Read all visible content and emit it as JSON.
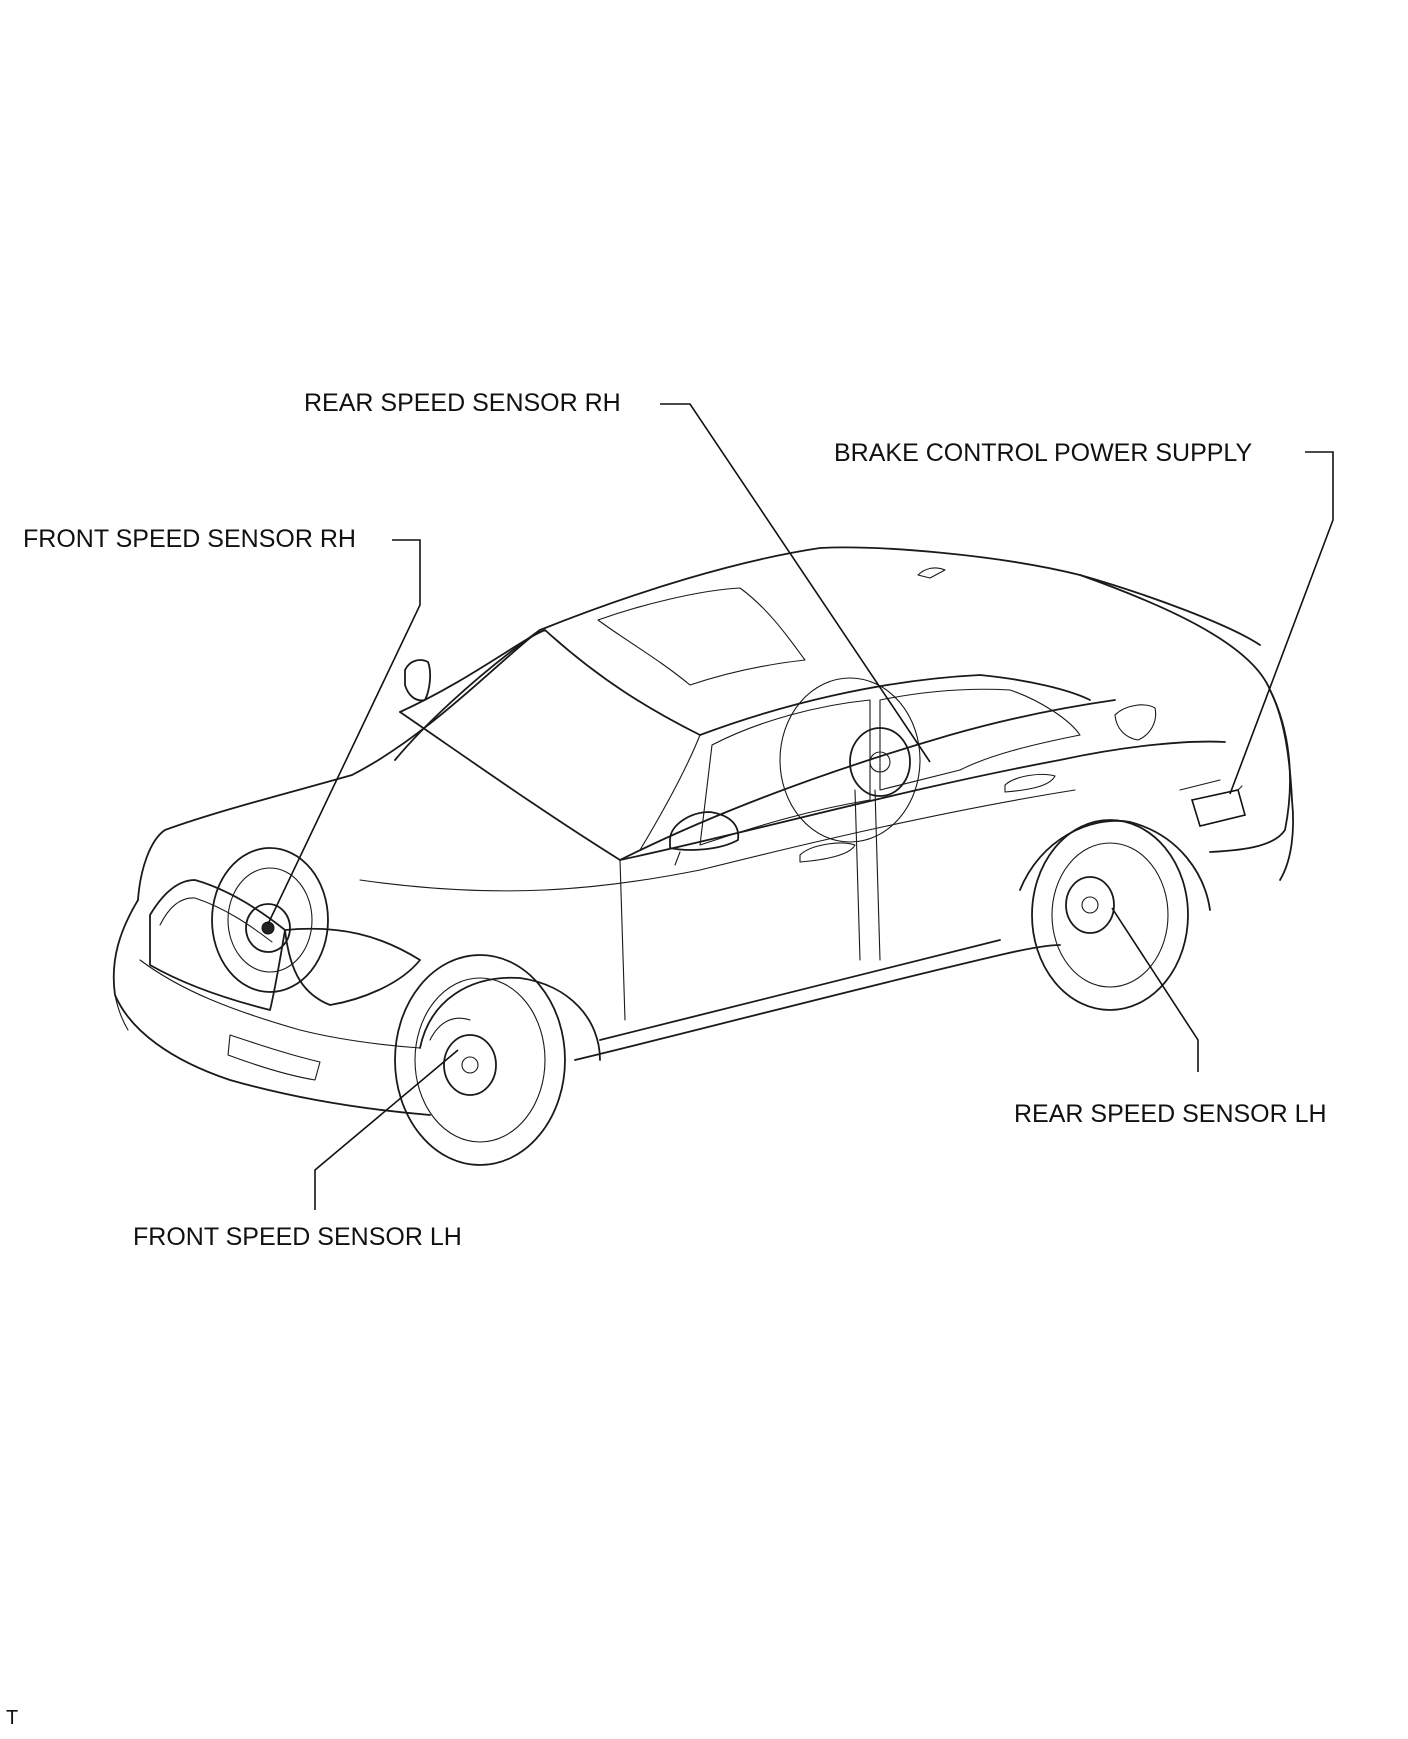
{
  "labels": {
    "rear_speed_sensor_rh": "REAR SPEED SENSOR RH",
    "brake_control_power_supply": "BRAKE CONTROL POWER SUPPLY",
    "front_speed_sensor_rh": "FRONT SPEED SENSOR RH",
    "rear_speed_sensor_lh": "REAR SPEED SENSOR LH",
    "front_speed_sensor_lh": "FRONT SPEED SENSOR LH"
  },
  "corner_code": "T",
  "colors": {
    "line": "#1a1a1a",
    "background": "#ffffff"
  }
}
